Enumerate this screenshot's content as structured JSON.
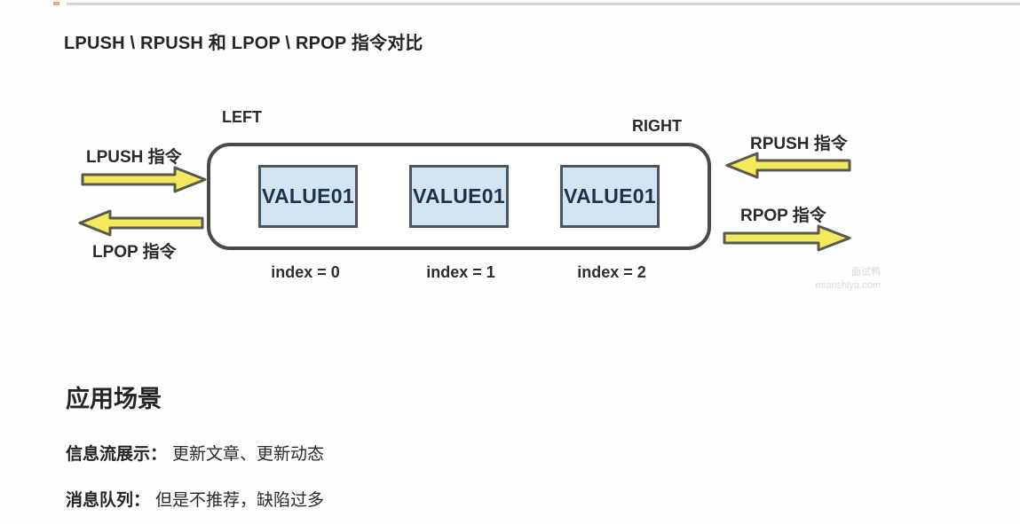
{
  "page": {
    "title": "LPUSH \\ RPUSH 和 LPOP \\ RPOP 指令对比"
  },
  "diagram": {
    "left_label": "LEFT",
    "right_label": "RIGHT",
    "lpush_label": "LPUSH 指令",
    "lpop_label": "LPOP 指令",
    "rpush_label": "RPUSH 指令",
    "rpop_label": "RPOP 指令",
    "list_items": [
      {
        "value": "VALUE01",
        "index_label": "index = 0"
      },
      {
        "value": "VALUE01",
        "index_label": "index = 1"
      },
      {
        "value": "VALUE01",
        "index_label": "index = 2"
      }
    ],
    "colors": {
      "arrow_fill": "#f2e95e",
      "arrow_stroke": "#5b584e",
      "container_border": "#4a4a4a",
      "box_fill": "#d3e5f3",
      "box_border": "#4c555e",
      "box_text": "#1e3348"
    }
  },
  "watermark": {
    "line1": "面试鸭",
    "line2": "mianshiya.com"
  },
  "sections": {
    "heading": "应用场景",
    "items": [
      {
        "label": "信息流展示：",
        "text": "更新文章、更新动态"
      },
      {
        "label": "消息队列：",
        "text": "但是不推荐，缺陷过多"
      }
    ]
  }
}
